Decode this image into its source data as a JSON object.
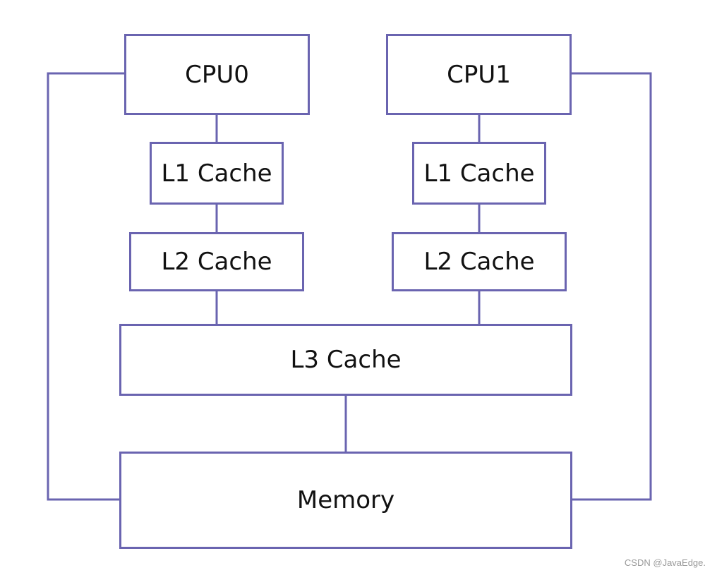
{
  "colors": {
    "stroke": "#6a64b0",
    "text": "#111111",
    "background": "#ffffff",
    "watermark": "#9a9a9a"
  },
  "nodes": {
    "cpu0": "CPU0",
    "cpu1": "CPU1",
    "l1_left": "L1 Cache",
    "l1_right": "L1 Cache",
    "l2_left": "L2 Cache",
    "l2_right": "L2 Cache",
    "l3": "L3 Cache",
    "memory": "Memory"
  },
  "edges": [
    {
      "from": "cpu0",
      "to": "l1_left"
    },
    {
      "from": "l1_left",
      "to": "l2_left"
    },
    {
      "from": "l2_left",
      "to": "l3"
    },
    {
      "from": "cpu1",
      "to": "l1_right"
    },
    {
      "from": "l1_right",
      "to": "l2_right"
    },
    {
      "from": "l2_right",
      "to": "l3"
    },
    {
      "from": "l3",
      "to": "memory"
    },
    {
      "from": "cpu0",
      "to": "memory"
    },
    {
      "from": "cpu1",
      "to": "memory"
    }
  ],
  "watermark": "CSDN @JavaEdge."
}
